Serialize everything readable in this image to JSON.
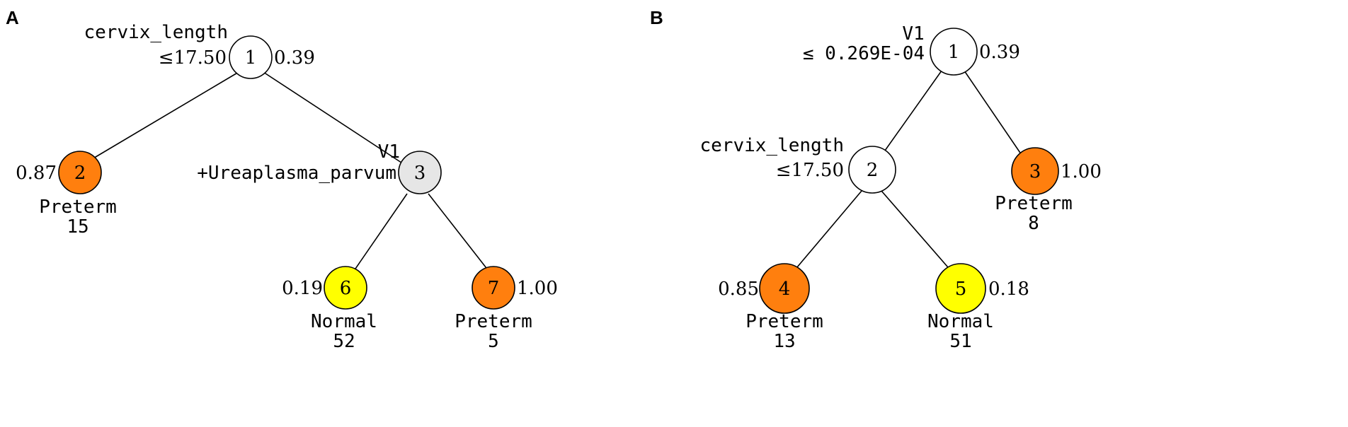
{
  "colors": {
    "white": "#ffffff",
    "gray": "#e6e6e6",
    "orange": "#ff7f0e",
    "yellow": "#ffff00"
  },
  "panelA": {
    "label": "A",
    "node1": {
      "id": "1",
      "split_var": "cervix_length",
      "split_cond": "≤17.50",
      "prob": "0.39",
      "color": "white"
    },
    "node2": {
      "id": "2",
      "prob": "0.87",
      "class": "Preterm",
      "count": "15",
      "color": "orange"
    },
    "node3": {
      "id": "3",
      "split_var": "V1",
      "split_cond": "+Ureaplasma_parvum",
      "color": "gray"
    },
    "node6": {
      "id": "6",
      "prob": "0.19",
      "class": "Normal",
      "count": "52",
      "color": "yellow"
    },
    "node7": {
      "id": "7",
      "prob": "1.00",
      "class": "Preterm",
      "count": "5",
      "color": "orange"
    }
  },
  "panelB": {
    "label": "B",
    "node1": {
      "id": "1",
      "split_var": "V1",
      "split_cond": "≤ 0.269E-04",
      "prob": "0.39",
      "color": "white"
    },
    "node2": {
      "id": "2",
      "split_var": "cervix_length",
      "split_cond": "≤17.50",
      "color": "white"
    },
    "node3": {
      "id": "3",
      "prob": "1.00",
      "class": "Preterm",
      "count": "8",
      "color": "orange"
    },
    "node4": {
      "id": "4",
      "prob": "0.85",
      "class": "Preterm",
      "count": "13",
      "color": "orange"
    },
    "node5": {
      "id": "5",
      "prob": "0.18",
      "class": "Normal",
      "count": "51",
      "color": "yellow"
    }
  }
}
